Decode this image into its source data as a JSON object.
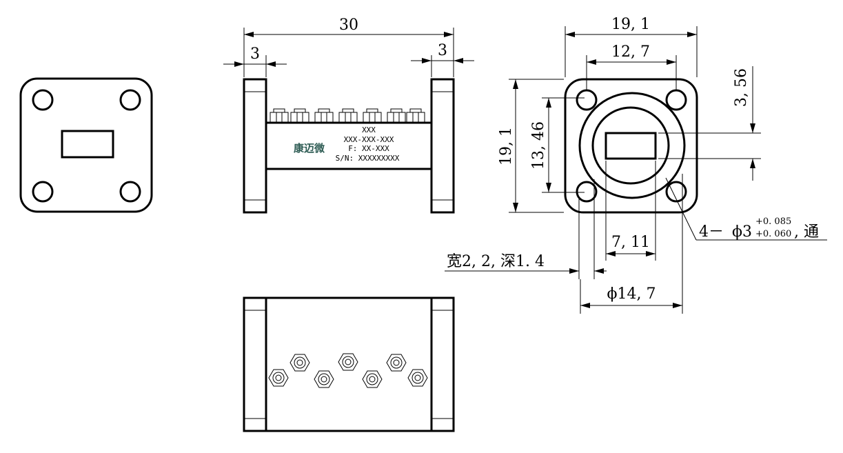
{
  "dimensions": {
    "overall_length": "30",
    "flange_thickness_left": "3",
    "flange_thickness_right": "3",
    "flange_width": "19, 1",
    "hole_spacing_horizontal": "12, 7",
    "flange_height": "19, 1",
    "hole_spacing_vertical": "13, 46",
    "aperture_height": "3, 56",
    "hole_callout_prefix": "4－",
    "hole_callout_diameter": "ϕ3",
    "hole_callout_tol_upper": "+0. 085",
    "hole_callout_tol_lower": "+0. 060",
    "hole_callout_suffix": ", 通",
    "aperture_width": "7, 11",
    "groove_spec": "宽2, 2, 深1. 4",
    "circle_diameter": "ϕ14, 7"
  },
  "label_plate": {
    "brand": "康迈微",
    "line1": "XXX",
    "line2": "XXX-XXX-XXX",
    "line3": "F: XX-XXX",
    "line4": "S/N: XXXXXXXXX"
  },
  "colors": {
    "line": "#000000",
    "brand": "#2f5d55",
    "background": "#ffffff"
  }
}
